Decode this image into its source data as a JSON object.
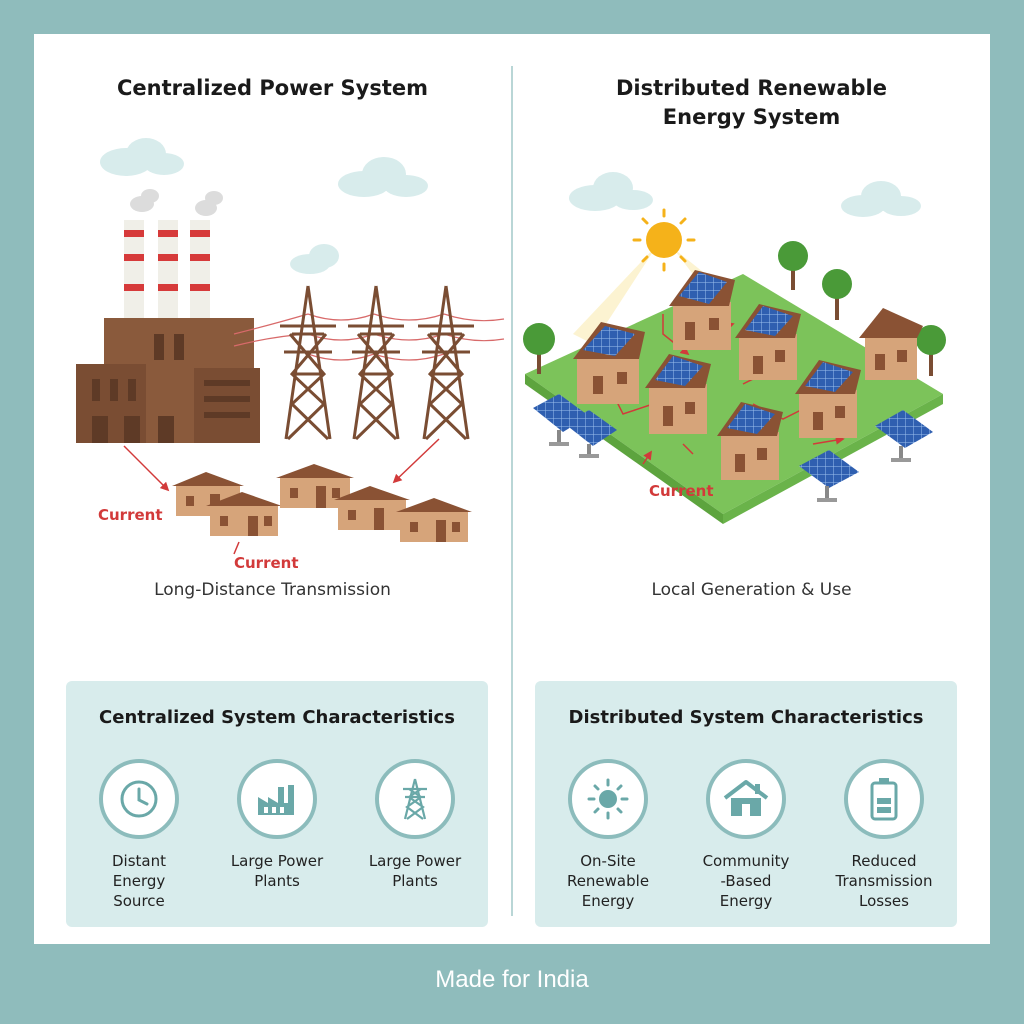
{
  "left": {
    "title": "Centralized Power System",
    "current_labels": [
      "Current",
      "Current"
    ],
    "caption": "Long-Distance Transmission",
    "characteristics": {
      "title": "Centralized System Characteristics",
      "items": [
        {
          "label": "Distant\nEnergy\nSource",
          "icon": "clock-icon"
        },
        {
          "label": "Large Power\nPlants",
          "icon": "factory-icon"
        },
        {
          "label": "Large Power\nPlants",
          "icon": "transmission-tower-icon"
        }
      ]
    }
  },
  "right": {
    "title": "Distributed Renewable\nEnergy System",
    "current_label": "Current",
    "caption": "Local Generation & Use",
    "characteristics": {
      "title": "Distributed System Characteristics",
      "items": [
        {
          "label": "On-Site\nRenewable\nEnergy",
          "icon": "sun-icon"
        },
        {
          "label": "Community\n-Based\nEnergy",
          "icon": "house-icon"
        },
        {
          "label": "Reduced\nTransmission\nLosses",
          "icon": "battery-icon"
        }
      ]
    }
  },
  "footer": "Made for India",
  "colors": {
    "background": "#8fbcbc",
    "accent_teal": "#8cbcbc",
    "current_red": "#d23a3a",
    "brick": "#8a5a3c",
    "grass": "#7cc35a",
    "solar_blue": "#2f5fb0",
    "sun": "#f5b21a"
  }
}
